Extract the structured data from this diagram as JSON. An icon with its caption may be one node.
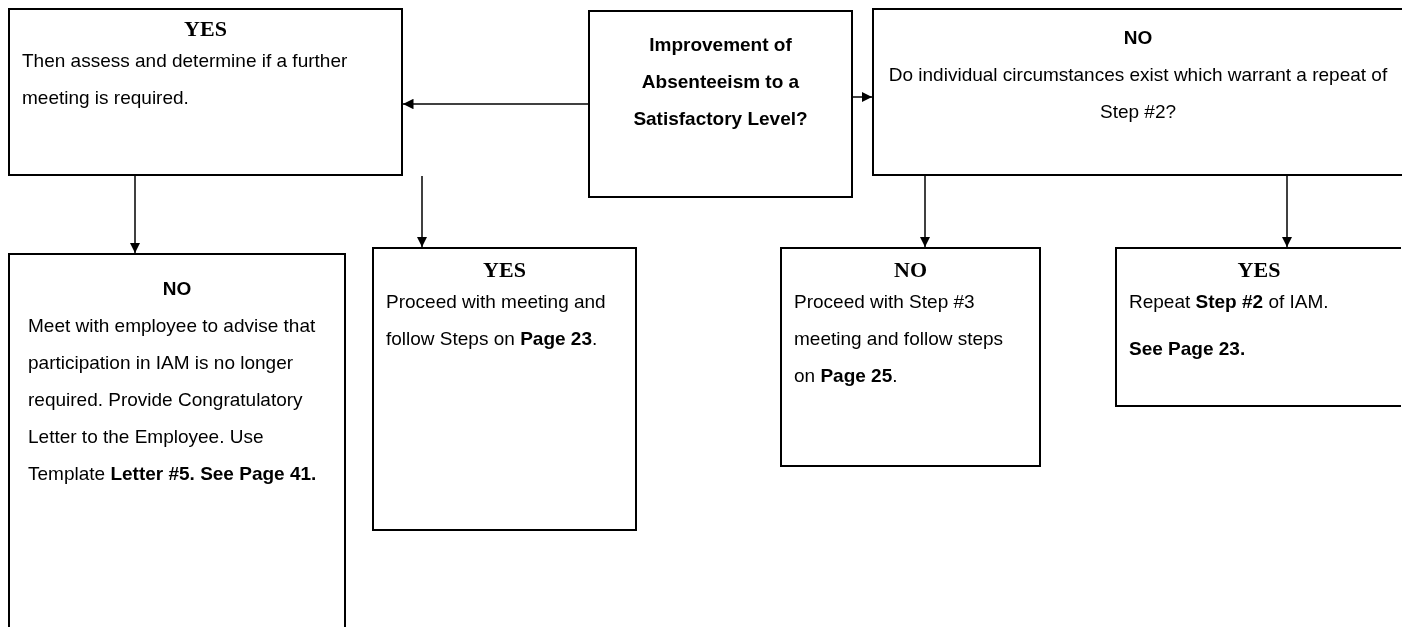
{
  "diagram": {
    "nodes": [
      {
        "text": [
          "Improvement of Absenteeism to a Satisfactory Level?"
        ]
      },
      {
        "text": [
          "YES",
          "Then assess and determine if a further meeting is required."
        ]
      },
      {
        "text": [
          "NO",
          "Do individual circumstances exist which warrant a repeat of Step #2?"
        ]
      },
      {
        "text": [
          "NO",
          "Meet with employee to advise that participation in IAM is no longer required.  Provide Congratulatory Letter to the Employee. Use Template **Letter #5.  See Page 41.**"
        ]
      },
      {
        "text": [
          "YES",
          "Proceed with meeting and follow Steps on **Page 23**."
        ]
      },
      {
        "text": [
          "NO",
          "Proceed with Step #3 meeting and follow steps on **Page 25**."
        ]
      },
      {
        "text": [
          "YES",
          "Repeat **Step #2** of IAM.",
          "See Page 23."
        ]
      }
    ],
    "edges": [
      {
        "from": 0,
        "to": 1,
        "arrow": "to"
      },
      {
        "from": 0,
        "to": 2,
        "arrow": "to"
      },
      {
        "from": 1,
        "to": 3,
        "arrow": "to"
      },
      {
        "from": 1,
        "to": 4,
        "arrow": "to"
      },
      {
        "from": 2,
        "to": 5,
        "arrow": "to"
      },
      {
        "from": 2,
        "to": 6,
        "arrow": "to"
      }
    ]
  }
}
